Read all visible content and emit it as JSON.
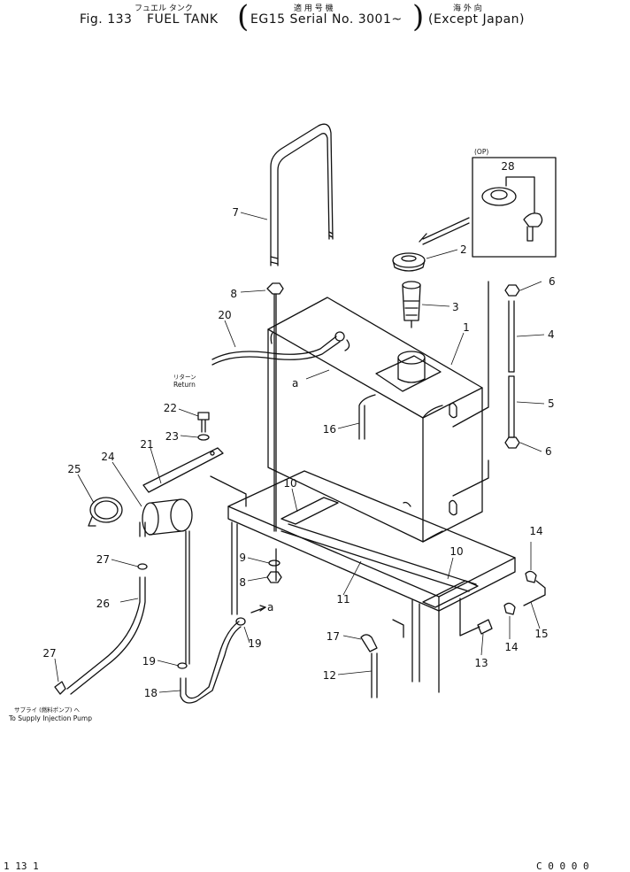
{
  "header": {
    "fig": "Fig. 133",
    "title": "FUEL TANK",
    "title_jp": "フュエル タンク",
    "serial": "EG15 Serial No. 3001~",
    "serial_jp": "適 用 号 機",
    "region": "(Except Japan)",
    "region_jp": "海 外 向"
  },
  "diagram": {
    "op_label": "(OP)",
    "ref_a": "a",
    "return_jp": "リターン",
    "return_label": "Return",
    "supply_jp": "サプライ (燃料ポンプ) へ",
    "supply_label": "To Supply Injection Pump",
    "callouts": {
      "c1": "1",
      "c2": "2",
      "c3": "3",
      "c4": "4",
      "c5": "5",
      "c6a": "6",
      "c6b": "6",
      "c7": "7",
      "c8a": "8",
      "c8b": "8",
      "c9": "9",
      "c10a": "10",
      "c10b": "10",
      "c11": "11",
      "c12": "12",
      "c13": "13",
      "c14a": "14",
      "c14b": "14",
      "c15": "15",
      "c16": "16",
      "c17": "17",
      "c18": "18",
      "c19a": "19",
      "c19b": "19",
      "c20": "20",
      "c21": "21",
      "c22": "22",
      "c23": "23",
      "c24": "24",
      "c25": "25",
      "c26": "26",
      "c27a": "27",
      "c27b": "27",
      "c28": "28"
    }
  },
  "footer": {
    "left": "1 13 1",
    "right": "C 0 0 0 0"
  }
}
